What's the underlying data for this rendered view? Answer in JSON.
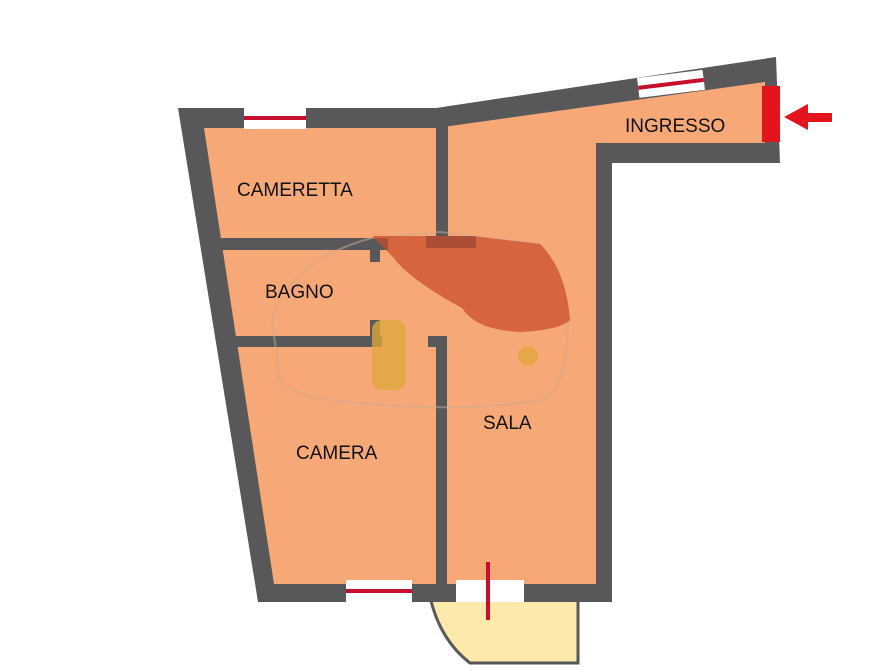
{
  "rooms": {
    "ingresso": "INGRESSO",
    "cameretta": "CAMERETTA",
    "bagno": "BAGNO",
    "sala": "SALA",
    "camera": "CAMERA"
  },
  "colors": {
    "wall": "#58585a",
    "floor": "#f7a877",
    "balcony": "#fde9a9",
    "window_red": "#c8102e",
    "entrance_arrow": "#e3141b",
    "watermark_fill": "#c94a28",
    "watermark_yellow": "#e0a93a"
  },
  "icons": {
    "entrance": "arrow-left-icon",
    "watermark": "logo-watermark"
  }
}
